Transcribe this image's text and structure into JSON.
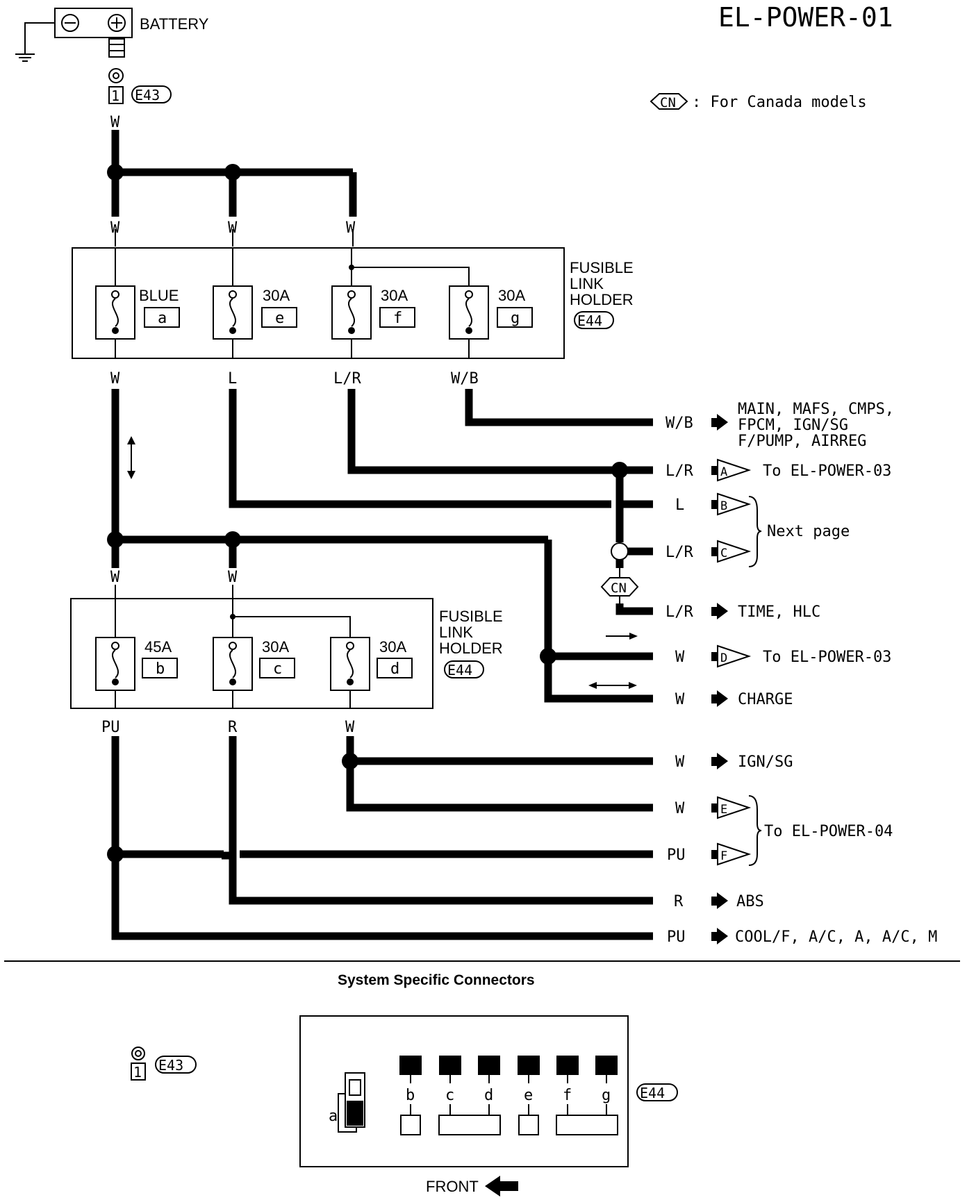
{
  "page_title": "EL-POWER-01",
  "battery": {
    "label": "BATTERY",
    "connector": "E43",
    "pin": "1",
    "wire": "W"
  },
  "legend": {
    "badge": "CN",
    "text": ": For Canada models"
  },
  "holder1": {
    "title": [
      "FUSIBLE",
      "LINK",
      "HOLDER"
    ],
    "connector": "E44",
    "fuses": [
      {
        "rating": "BLUE",
        "id": "a",
        "in_wire": "W",
        "out_wire": "W"
      },
      {
        "rating": "30A",
        "id": "e",
        "in_wire": "W",
        "out_wire": "L"
      },
      {
        "rating": "30A",
        "id": "f",
        "in_wire": "W",
        "out_wire": "L/R"
      },
      {
        "rating": "30A",
        "id": "g",
        "in_wire": "",
        "out_wire": "W/B"
      }
    ]
  },
  "holder2": {
    "title": [
      "FUSIBLE",
      "LINK",
      "HOLDER"
    ],
    "connector": "E44",
    "fuses": [
      {
        "rating": "45A",
        "id": "b",
        "in_wire": "W",
        "out_wire": "PU"
      },
      {
        "rating": "30A",
        "id": "c",
        "in_wire": "W",
        "out_wire": "R"
      },
      {
        "rating": "30A",
        "id": "d",
        "in_wire": "",
        "out_wire": "W"
      }
    ]
  },
  "outputs": [
    {
      "wire": "W/B",
      "type": "arrow",
      "letter": "",
      "dest": [
        "MAIN, MAFS, CMPS,",
        "FPCM, IGN/SG",
        "F/PUMP, AIRREG"
      ]
    },
    {
      "wire": "L/R",
      "type": "connector",
      "letter": "A",
      "dest": [
        "To EL-POWER-03"
      ]
    },
    {
      "wire": "L",
      "type": "connector",
      "letter": "B",
      "dest": []
    },
    {
      "wire": "L/R",
      "type": "connector",
      "letter": "C",
      "dest": []
    },
    {
      "wire": "L/R",
      "type": "arrow",
      "letter": "",
      "dest": [
        "TIME, HLC"
      ]
    },
    {
      "wire": "W",
      "type": "connector",
      "letter": "D",
      "dest": [
        "To EL-POWER-03"
      ]
    },
    {
      "wire": "W",
      "type": "arrow",
      "letter": "",
      "dest": [
        "CHARGE"
      ]
    },
    {
      "wire": "W",
      "type": "arrow",
      "letter": "",
      "dest": [
        "IGN/SG"
      ]
    },
    {
      "wire": "W",
      "type": "connector",
      "letter": "E",
      "dest": []
    },
    {
      "wire": "PU",
      "type": "connector",
      "letter": "F",
      "dest": []
    },
    {
      "wire": "R",
      "type": "arrow",
      "letter": "",
      "dest": [
        "ABS"
      ]
    },
    {
      "wire": "PU",
      "type": "arrow",
      "letter": "",
      "dest": [
        "COOL/F, A/C, A, A/C, M"
      ]
    }
  ],
  "brace_labels": {
    "next_page": "Next page",
    "el_power_04": "To EL-POWER-04"
  },
  "canada_badge": "CN",
  "section_title": "System Specific Connectors",
  "connectors_panel": {
    "e43": {
      "connector": "E43",
      "pin": "1"
    },
    "e44": {
      "connector": "E44",
      "top_terminals": [
        "b",
        "c",
        "d",
        "e",
        "f",
        "g"
      ],
      "side_terminal": "a"
    },
    "front_label": "FRONT"
  }
}
